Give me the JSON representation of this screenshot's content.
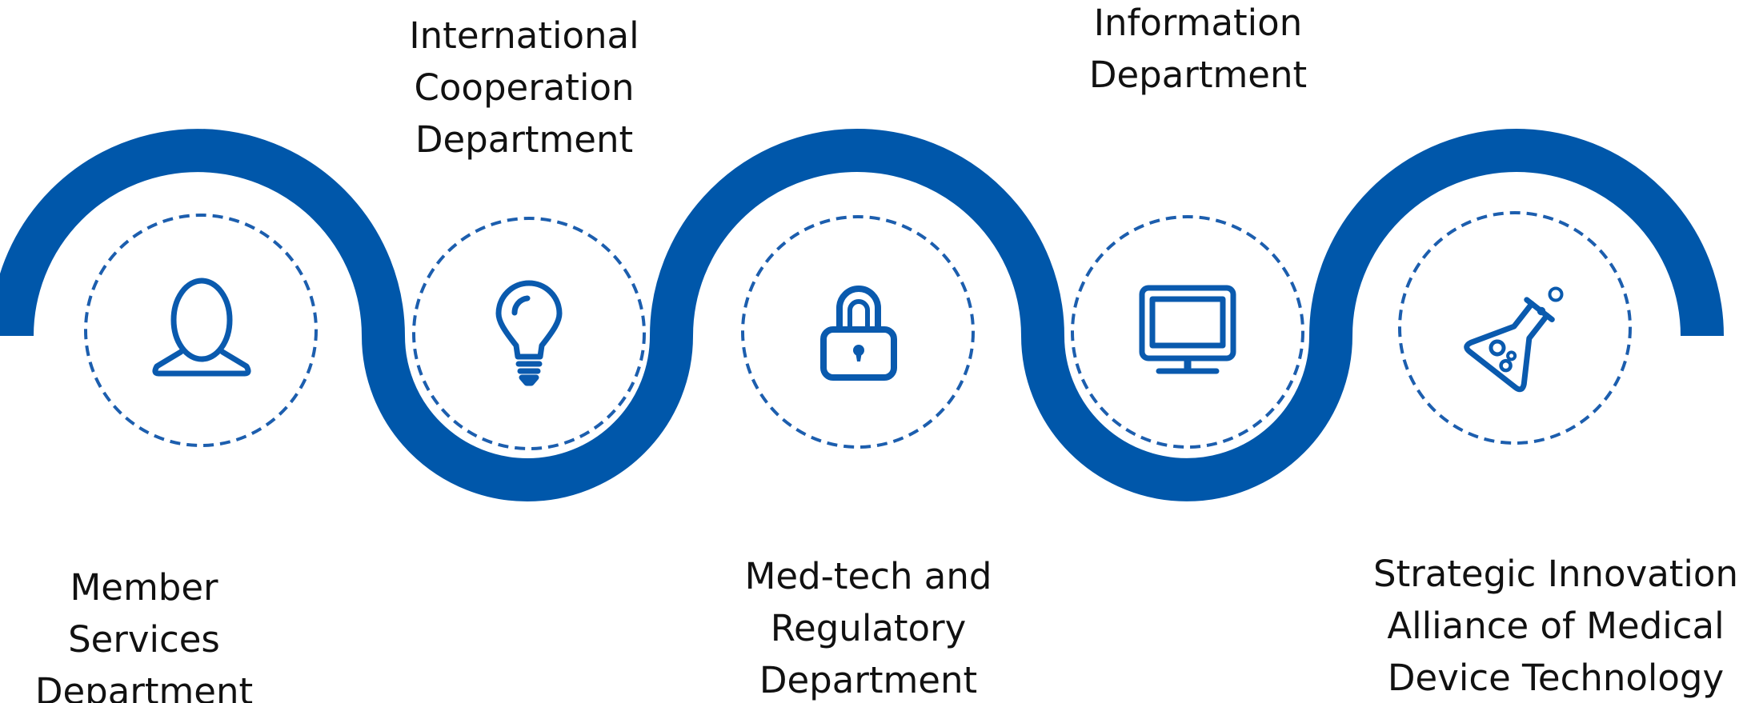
{
  "colors": {
    "wave": "#0057AA",
    "icon": "#0A5AAE",
    "dashed_circle": "#1C5EAE",
    "text": "#111111"
  },
  "steps": [
    {
      "icon": "person-icon",
      "label_lines": [
        "Member",
        "Services",
        "Department"
      ]
    },
    {
      "icon": "lightbulb-icon",
      "label_lines": [
        "International",
        "Cooperation",
        "Department"
      ]
    },
    {
      "icon": "padlock-icon",
      "label_lines": [
        "Med-tech and",
        "Regulatory",
        "Department"
      ]
    },
    {
      "icon": "monitor-icon",
      "label_lines": [
        "Information",
        "Department"
      ]
    },
    {
      "icon": "flask-icon",
      "label_lines": [
        "Strategic Innovation",
        "Alliance of Medical",
        "Device Technology"
      ]
    }
  ]
}
